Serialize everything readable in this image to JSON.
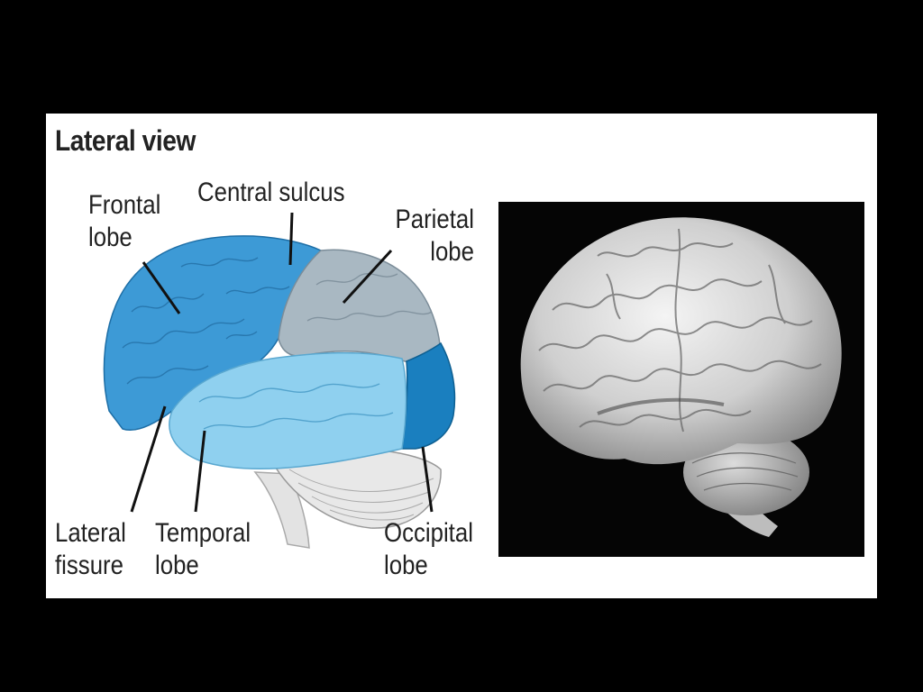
{
  "title": "Lateral view",
  "labels": {
    "frontal_lobe": [
      "Frontal",
      "lobe"
    ],
    "central_sulcus": "Central sulcus",
    "parietal_lobe": [
      "Parietal",
      "lobe"
    ],
    "lateral_fissure": [
      "Lateral",
      "fissure"
    ],
    "temporal_lobe": [
      "Temporal",
      "lobe"
    ],
    "occipital_lobe": [
      "Occipital",
      "lobe"
    ]
  },
  "colors": {
    "frontal": "#3d9ad6",
    "parietal": "#a9b8c2",
    "temporal": "#8fd0ef",
    "occipital": "#1a7fbf",
    "cerebellum": "#e6e6e6",
    "background": "#000000",
    "panel": "#ffffff"
  }
}
